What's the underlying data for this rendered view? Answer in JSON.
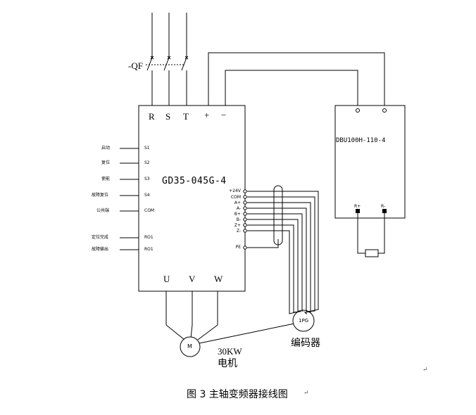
{
  "breaker": {
    "label": "-QF"
  },
  "inverter": {
    "model": "GD35-045G-4",
    "top_terminals": [
      "R",
      "S",
      "T",
      "+",
      "−"
    ],
    "bottom_terminals": [
      "U",
      "V",
      "W"
    ],
    "left_inputs": [
      {
        "name": "启动",
        "terminal": "S1"
      },
      {
        "name": "复位",
        "terminal": "S2"
      },
      {
        "name": "使能",
        "terminal": "S3"
      },
      {
        "name": "故障复位",
        "terminal": "S4"
      },
      {
        "name": "公共端",
        "terminal": "COM"
      },
      {
        "name": "定位完成",
        "terminal": "RO1"
      },
      {
        "name": "故障输出",
        "terminal": "RO1"
      }
    ],
    "right_terminals": [
      "+24V",
      "COM",
      "A+",
      "A-",
      "B+",
      "B-",
      "Z+",
      "Z-",
      "PE"
    ]
  },
  "brake_unit": {
    "model": "DBU100H-110-4",
    "terminals": [
      "R+",
      "R-"
    ]
  },
  "motor": {
    "symbol": "M",
    "power": "30KW",
    "name": "电机"
  },
  "encoder": {
    "symbol": "1PG",
    "name": "编码器"
  },
  "caption": "图 3  主轴变频器接线图",
  "marks": [
    "↵",
    "↵"
  ]
}
